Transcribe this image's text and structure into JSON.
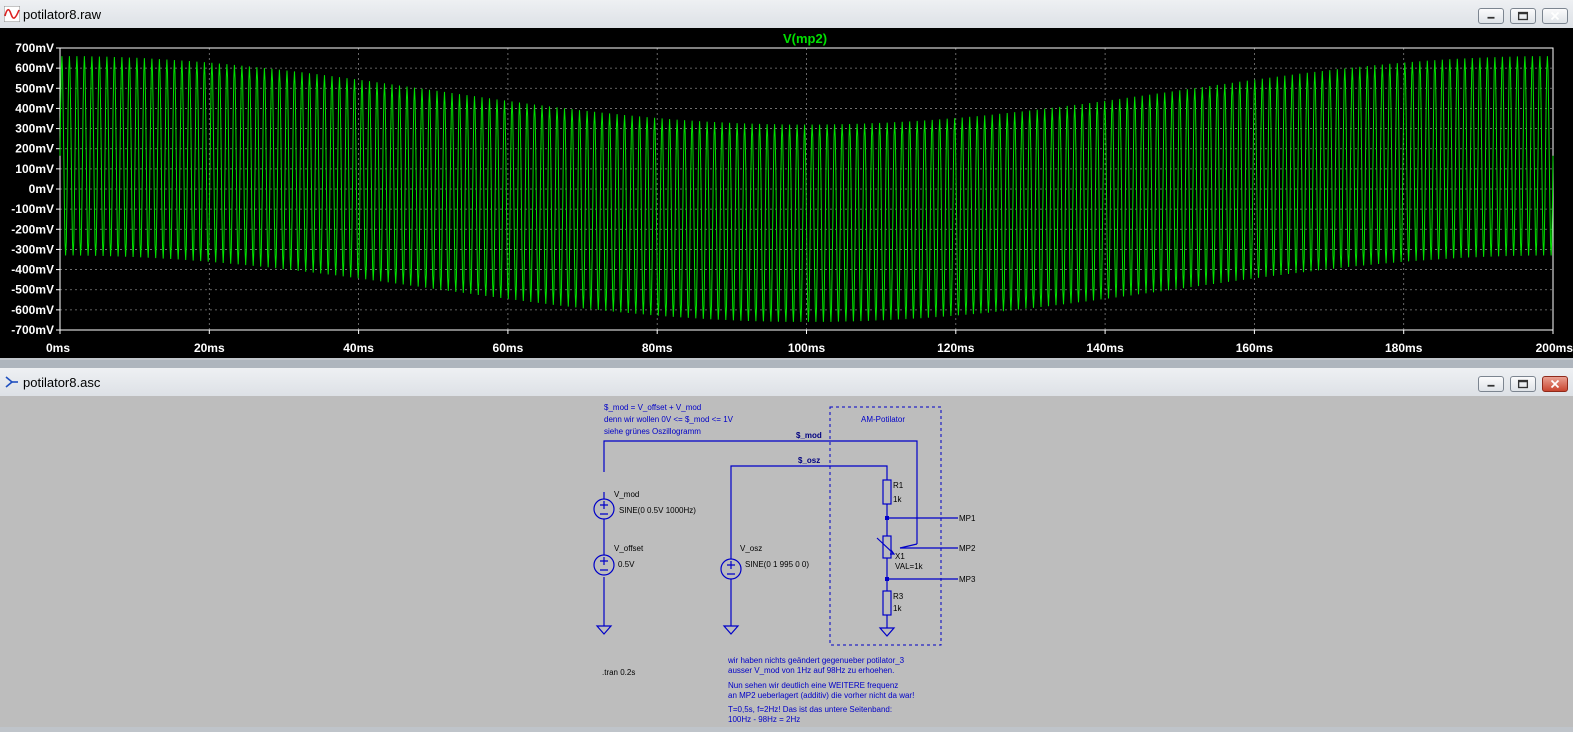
{
  "plot_window": {
    "title": "potilator8.raw",
    "buttons": {
      "minimize": "minimize",
      "maximize": "maximize",
      "close": "close"
    }
  },
  "chart_data": {
    "type": "line",
    "title": "V(mp2)",
    "xlabel": "",
    "ylabel": "",
    "xlim": [
      0,
      200
    ],
    "ylim": [
      -700,
      700
    ],
    "x_ticks": [
      "0ms",
      "20ms",
      "40ms",
      "60ms",
      "80ms",
      "100ms",
      "120ms",
      "140ms",
      "160ms",
      "180ms",
      "200ms"
    ],
    "y_ticks": [
      "700mV",
      "600mV",
      "500mV",
      "400mV",
      "300mV",
      "200mV",
      "100mV",
      "0mV",
      "-100mV",
      "-200mV",
      "-300mV",
      "-400mV",
      "-500mV",
      "-600mV",
      "-700mV"
    ],
    "series": [
      {
        "name": "V(mp2)",
        "color": "#00e000",
        "description_values": {
          "carrier_cycles_in_window": 199,
          "upper_envelope_mV": {
            "t0": 660,
            "t100ms": 320,
            "t200ms": 660
          },
          "lower_envelope_mV": {
            "t0": -330,
            "t100ms": -660,
            "t200ms": -330
          }
        }
      }
    ],
    "grid": true,
    "background": "#000000",
    "axis_color": "#ffffff"
  },
  "schematic_window": {
    "title": "potilator8.asc",
    "buttons": {
      "minimize": "minimize",
      "maximize": "maximize",
      "close": "close"
    },
    "comment_top": [
      "$_mod = V_offset + V_mod",
      "denn wir wollen 0V <= $_mod <= 1V",
      "siehe grünes Oszillogramm"
    ],
    "box_label": "AM-Potilator",
    "nets": {
      "smod": "$_mod",
      "sosz": "$_osz"
    },
    "components": {
      "vmod_name": "V_mod",
      "vmod_value": "SINE(0 0.5V 1000Hz)",
      "voffset_name": "V_offset",
      "voffset_value": "0.5V",
      "vosz_name": "V_osz",
      "vosz_value": "SINE(0 1 995 0 0)",
      "r1_name": "R1",
      "r1_value": "1k",
      "x1_name": "X1",
      "x1_value": "VAL=1k",
      "r3_name": "R3",
      "r3_value": "1k"
    },
    "labels": {
      "mp1": "MP1",
      "mp2": "MP2",
      "mp3": "MP3"
    },
    "directive": ".tran 0.2s",
    "comment_bottom": [
      "wir haben nichts geändert gegenueber potilator_3",
      "ausser V_mod von 1Hz auf 98Hz zu erhoehen.",
      "Nun sehen wir deutlich eine WEITERE frequenz",
      "an MP2 ueberlagert (additiv) die vorher nicht da war!",
      "T=0,5s, f=2Hz! Das ist das untere Seitenband:",
      "100Hz - 98Hz = 2Hz"
    ],
    "colors": {
      "wire": "#0000c8",
      "text": "#0000c8",
      "canvas": "#bdbdbd"
    }
  }
}
